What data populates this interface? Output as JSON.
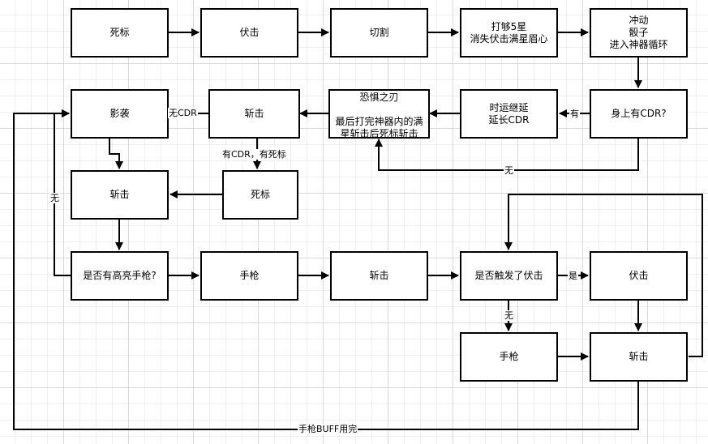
{
  "nodes": {
    "n_sibiao1": "死标",
    "n_fuji1": "伏击",
    "n_qiege": "切割",
    "n_dagou": "打够5星\n消失伏击满星眉心",
    "n_chongdong": "冲动\n骰子\n进入神器循环",
    "n_yingxi": "影袭",
    "n_zhanji1": "斩击",
    "n_kongju": "恐惧之刃\n\n最后打完神器内的满星斩击后死标斩击",
    "n_shiyun": "时运继延\n延长CDR",
    "n_shenshang": "身上有CDR?",
    "n_zhanji2": "斩击",
    "n_sibiao2": "死标",
    "n_gaoliang": "是否有高亮手枪?",
    "n_shouqiang1": "手枪",
    "n_zhanji3": "斩击",
    "n_chufa": "是否触发了伏击",
    "n_fuji2": "伏击",
    "n_shouqiang2": "手枪",
    "n_zhanji4": "斩击"
  },
  "edge_labels": {
    "wu_cdr": "无CDR",
    "you": "有",
    "wu_right": "无",
    "you_cdr_sibiao": "有CDR，有死标",
    "wu_left": "无",
    "shi": "是",
    "wu_bottom": "无",
    "buff": "手枪BUFF用完"
  },
  "colors": {
    "stroke": "#000000",
    "fill": "#ffffff"
  }
}
